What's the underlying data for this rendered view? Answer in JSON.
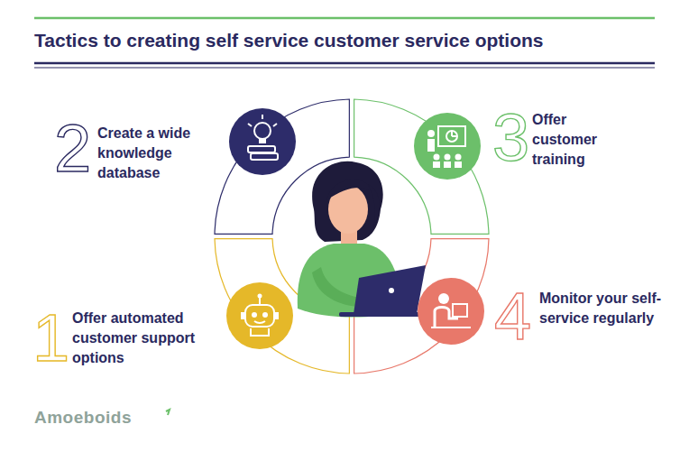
{
  "diagram": {
    "title": "Tactics to creating self service customer service options",
    "nodes": [
      {
        "text": [
          "Create a wide knowledge database"
        ]
      },
      {
        "text": [
          "Offer customer training"
        ]
      },
      {
        "text": [
          "Offer automated customer support options"
        ]
      },
      {
        "text": [
          "Monitor your self-service regularly"
        ]
      }
    ],
    "labels": [
      "2",
      "3",
      "1",
      "4",
      "Amoeboids"
    ]
  }
}
